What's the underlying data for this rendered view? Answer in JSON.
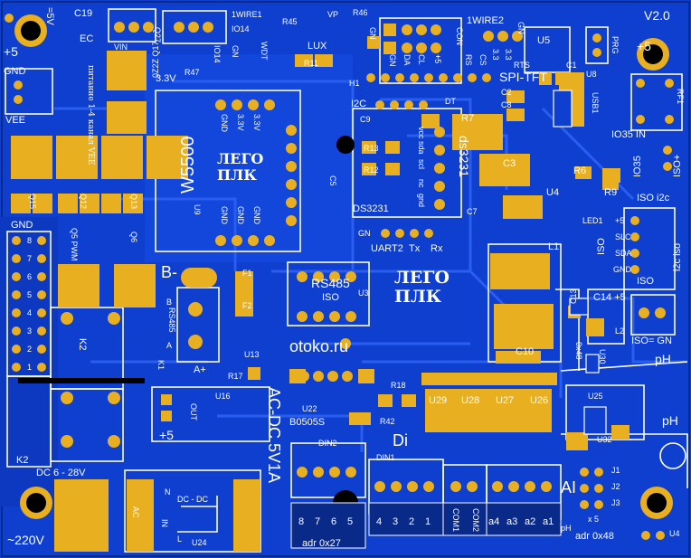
{
  "board": {
    "version": "V2.0",
    "site": "otoko.ru",
    "logo_line1": "ЛЕГО",
    "logo_line2": "ПЛК",
    "colors": {
      "board": "#0f3fcf",
      "copper": "#e8b020",
      "silk": "#ffffff",
      "hole": "#000000"
    }
  },
  "labels": {
    "plus5_top": "+5",
    "eq5v": "=5V",
    "c19": "C19",
    "ec": "EC",
    "vin": "VIN",
    "q27": "Q27",
    "onewire_top": "1WIRE1",
    "io14_a": "IO14",
    "io14_b": "IO14",
    "gnd_a": "GN",
    "wdt": "WDT",
    "r47": "R47",
    "r45": "R45",
    "lux": "LUX",
    "vp": "VP",
    "r46": "R46",
    "gnd_b": "GN",
    "gnd_c": "GN",
    "da": "DA",
    "cl": "CL",
    "plus5_con": "+5",
    "con": "CON",
    "rs": "RS",
    "cs": "CS",
    "v33a": "3.3",
    "v33b": "3.3",
    "gn_spi": "GN",
    "onewire2": "1WIRE2",
    "spi_tft": "SPI-TFT",
    "rts": "RTS",
    "h1": "H1",
    "r11": "R11",
    "v33_q17": "3.3V",
    "q17": "0Z2Z Q17",
    "u5": "U5",
    "c1": "C1",
    "prg": "PRG",
    "u8": "U8",
    "plus5_right": "+5",
    "gnd_left": "GND",
    "vee": "VEE",
    "power_label": "питание 1-4 канал VEE",
    "w5500": "W5500",
    "u9": "U9",
    "gnd_w1": "GND",
    "v33_w1": "3.3V",
    "v33_w2": "3.3V",
    "gnd_w2": "GND",
    "gnd_w3": "GND",
    "gnd_w4": "GND",
    "c5": "C5",
    "i2c": "I2C",
    "dt": "DT",
    "c9": "C9",
    "r7": "R7",
    "c2": "C2",
    "c8": "C8",
    "usb1": "USB1",
    "rf1": "RF1",
    "vcc": "vcc",
    "sda": "sda",
    "scl": "scl",
    "nc": "nc",
    "gnd_ds": "gnd",
    "r13": "R13",
    "r12": "R12",
    "ds3231_v": "ds3231",
    "c3": "C3",
    "io35_in": "IO35 IN",
    "io35": "IO35",
    "iso_plus": "ISO+",
    "r6": "R6",
    "r9": "R9",
    "u4": "U4",
    "q15": "Q15",
    "q12": "Q12",
    "q13": "Q13",
    "ds3231": "DS3231",
    "c7": "C7",
    "led1": "LED1",
    "iso_i2c": "ISO i2c",
    "gnd_q": "GND",
    "q5_pwm": "Q5 PWM",
    "q6": "Q6",
    "gn_uart": "GN",
    "uart2": "UART2",
    "tx": "Tx",
    "rx": "Rx",
    "l1": "L1",
    "iso_a": "ISO",
    "i2c_iso": "i2c iso",
    "plus5_iso": "+5",
    "slc": "SLC",
    "sda_iso": "SDA",
    "gnd_iso": "GND",
    "iso_b": "ISO",
    "b_minus": "B-",
    "f1": "F1",
    "f2": "F2",
    "rs485": "RS485",
    "iso_rs": "ISO",
    "u3": "U3",
    "c13": "C13",
    "c14_plus5": "C14 +5",
    "l2": "L2",
    "iso_eq_gn": "ISO= GN",
    "k2_a": "K2",
    "b_a": "B",
    "rs485_v": "RS485",
    "a_lbl": "A",
    "k1": "K1",
    "a_plus": "A+",
    "u13": "U13",
    "c10": "C10",
    "x48": "0x48",
    "u30": "U30",
    "ph_top": "pH",
    "r17": "R17",
    "r18": "R18",
    "u29": "U29",
    "u28": "U28",
    "u27": "U27",
    "u26": "U26",
    "u25": "U25",
    "ph_right": "pH",
    "u16": "U16",
    "out": "OUT",
    "plus5_acdc": "+5",
    "acdc": "AC-DC 5V1A",
    "u22": "U22",
    "b0505s": "B0505S",
    "r42": "R42",
    "di": "Di",
    "u32": "U32",
    "k2_b": "K2",
    "din2": "DIN2",
    "din1": "DIN1",
    "dc_range": "DC 6 - 28V",
    "ac": "AC",
    "dc_dc": "DC - DC",
    "n": "N",
    "in": "IN",
    "l": "L",
    "u24": "U24",
    "ai": "AI",
    "j1": "J1",
    "j2": "J2",
    "j3": "J3",
    "x5": "x 5",
    "din_8": "8",
    "din_7": "7",
    "din_6": "6",
    "din_5": "5",
    "din_4": "4",
    "din_3": "3",
    "din_2": "2",
    "din_1": "1",
    "com1": "COM1",
    "com2": "COM2",
    "a4": "a4",
    "a3": "a3",
    "a2": "a2",
    "a1": "a1",
    "ph_bottom": "pH",
    "adr_27": "adr 0x27",
    "adr_48": "adr 0x48",
    "u4_bottom": "U4",
    "v220": "~220V",
    "side_8": "8",
    "side_7": "7",
    "side_6": "6",
    "side_5": "5",
    "side_4": "4",
    "side_3": "3",
    "side_2": "2",
    "side_1": "1"
  }
}
